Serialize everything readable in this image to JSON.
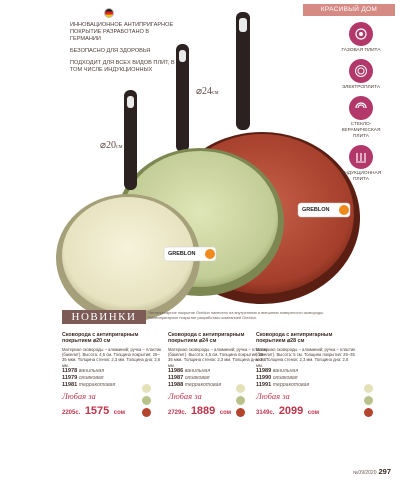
{
  "header": {
    "section": "КРАСИВЫЙ ДОМ"
  },
  "bullets": [
    "ИННОВАЦИОННОЕ АНТИПРИГАРНОЕ ПОКРЫТИЕ РАЗРАБОТАНО В ГЕРМАНИИ",
    "БЕЗОПАСНО ДЛЯ ЗДОРОВЬЯ",
    "ПОДХОДИТ ДЛЯ ВСЕХ ВИДОВ ПЛИТ, В ТОМ ЧИСЛЕ ИНДУКЦИОННЫХ"
  ],
  "cooktops": [
    {
      "label": "ГАЗОВАЯ ПЛИТА",
      "icon": "gas-stove-icon"
    },
    {
      "label": "ЭЛЕКТРОПЛИТА",
      "icon": "electric-stove-icon"
    },
    {
      "label": "СТЕКЛО-КЕРАМИЧЕСКАЯ ПЛИТА",
      "icon": "glass-ceramic-icon"
    },
    {
      "label": "ИНДУКЦИОННАЯ ПЛИТА",
      "icon": "induction-icon"
    }
  ],
  "pan_sizes": {
    "large": "28",
    "medium": "24",
    "small": "20",
    "unit": "см"
  },
  "brand": "GREBLON",
  "banner": "НОВИНКИ",
  "notes": [
    "*Антипригарное покрытие Greblon нанесено на внутреннюю и внешнюю поверхности сковороды.",
    "**Антипригарное покрытие разработано компанией Greblon."
  ],
  "products": [
    {
      "title": "Сковорода с антипригарным покрытием ⌀20 см",
      "spec": "Материал сковороды – алюминий; ручка – пластик (бакелит). Высота: 4,5 см. Толщина покрытия: 25–35 мкм. Толщина стенок: 2,3 мм. Толщина дна: 2,6 мм.",
      "variants": [
        {
          "code": "11978",
          "name": "ванильная",
          "color": "#e4e0b8"
        },
        {
          "code": "11979",
          "name": "оливковая",
          "color": "#b7c38a"
        },
        {
          "code": "11981",
          "name": "терракотовая",
          "color": "#b5442e"
        }
      ],
      "price_label": "Любая за",
      "old_price": "2205с.",
      "new_price": "1575",
      "currency": "сом"
    },
    {
      "title": "Сковорода с антипригарным покрытием ⌀24 см",
      "spec": "Материал сковороды – алюминий; ручка – пластик (бакелит). Высота: 4,5 см. Толщина покрытия: 25–35 мкм. Толщина стенок: 2,3 мм. Толщина дна: 2,6 мм.",
      "variants": [
        {
          "code": "11986",
          "name": "ванильная",
          "color": "#e4e0b8"
        },
        {
          "code": "11987",
          "name": "оливковая",
          "color": "#b7c38a"
        },
        {
          "code": "11988",
          "name": "терракотовая",
          "color": "#b5442e"
        }
      ],
      "price_label": "Любая за",
      "old_price": "2729с.",
      "new_price": "1889",
      "currency": "сом"
    },
    {
      "title": "Сковорода с антипригарным покрытием ⌀28 см",
      "spec": "Материал сковороды – алюминий; ручка – пластик (бакелит). Высота: 5 см. Толщина покрытия: 25–35 мкм. Толщина стенок: 2,3 мм. Толщина дна: 2,6 мм.",
      "variants": [
        {
          "code": "11989",
          "name": "ванильная",
          "color": "#e4e0b8"
        },
        {
          "code": "11990",
          "name": "оливковая",
          "color": "#b7c38a"
        },
        {
          "code": "11991",
          "name": "терракотовая",
          "color": "#b5442e"
        }
      ],
      "price_label": "Любая за",
      "old_price": "3149с.",
      "new_price": "2099",
      "currency": "сом"
    }
  ],
  "footer": {
    "issue": "№09/2020",
    "page": "297"
  }
}
